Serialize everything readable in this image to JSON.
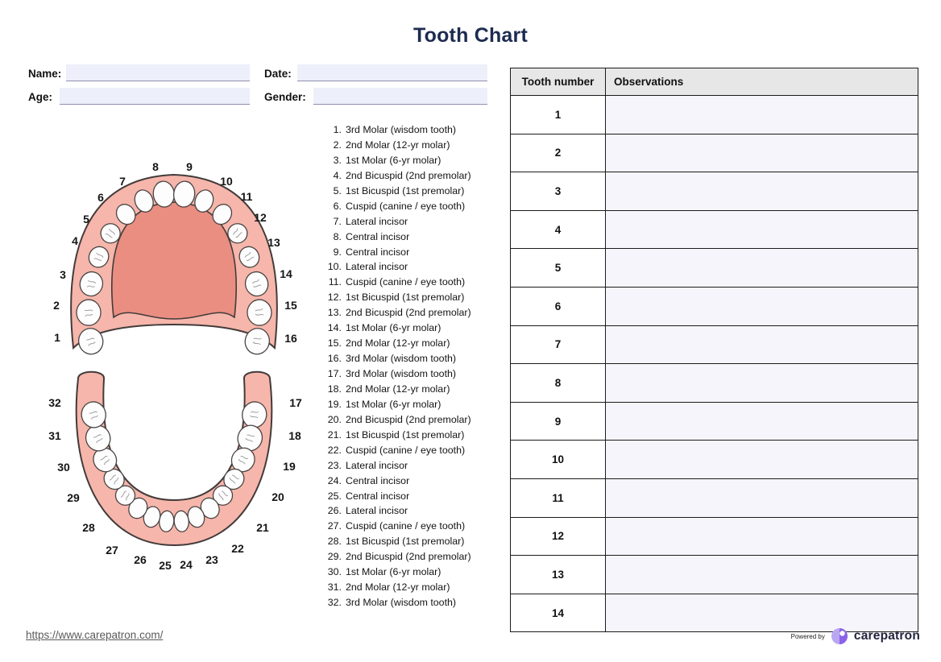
{
  "title": "Tooth Chart",
  "form": {
    "name_label": "Name:",
    "date_label": "Date:",
    "age_label": "Age:",
    "gender_label": "Gender:",
    "name_value": "",
    "date_value": "",
    "age_value": "",
    "gender_value": ""
  },
  "diagram": {
    "upper_tooth_numbers": [
      "1",
      "2",
      "3",
      "4",
      "5",
      "6",
      "7",
      "8",
      "9",
      "10",
      "11",
      "12",
      "13",
      "14",
      "15",
      "16"
    ],
    "lower_tooth_numbers": [
      "17",
      "18",
      "19",
      "20",
      "21",
      "22",
      "23",
      "24",
      "25",
      "26",
      "27",
      "28",
      "29",
      "30",
      "31",
      "32"
    ]
  },
  "tooth_list": [
    {
      "num": "1.",
      "name": "3rd Molar (wisdom tooth)"
    },
    {
      "num": "2.",
      "name": "2nd Molar (12-yr molar)"
    },
    {
      "num": "3.",
      "name": "1st Molar (6-yr molar)"
    },
    {
      "num": "4.",
      "name": "2nd Bicuspid (2nd premolar)"
    },
    {
      "num": "5.",
      "name": "1st Bicuspid (1st premolar)"
    },
    {
      "num": "6.",
      "name": "Cuspid (canine / eye tooth)"
    },
    {
      "num": "7.",
      "name": "Lateral incisor"
    },
    {
      "num": "8.",
      "name": "Central incisor"
    },
    {
      "num": "9.",
      "name": "Central incisor"
    },
    {
      "num": "10.",
      "name": "Lateral incisor"
    },
    {
      "num": "11.",
      "name": "Cuspid (canine / eye tooth)"
    },
    {
      "num": "12.",
      "name": "1st Bicuspid (1st premolar)"
    },
    {
      "num": "13.",
      "name": "2nd Bicuspid (2nd premolar)"
    },
    {
      "num": "14.",
      "name": "1st Molar (6-yr molar)"
    },
    {
      "num": "15.",
      "name": "2nd Molar (12-yr molar)"
    },
    {
      "num": "16.",
      "name": "3rd Molar (wisdom tooth)"
    },
    {
      "num": "17.",
      "name": "3rd Molar (wisdom tooth)"
    },
    {
      "num": "18.",
      "name": "2nd Molar (12-yr molar)"
    },
    {
      "num": "19.",
      "name": "1st Molar (6-yr molar)"
    },
    {
      "num": "20.",
      "name": "2nd Bicuspid (2nd premolar)"
    },
    {
      "num": "21.",
      "name": "1st Bicuspid (1st premolar)"
    },
    {
      "num": "22.",
      "name": "Cuspid (canine / eye tooth)"
    },
    {
      "num": "23.",
      "name": "Lateral incisor"
    },
    {
      "num": "24.",
      "name": "Central incisor"
    },
    {
      "num": "25.",
      "name": "Central incisor"
    },
    {
      "num": "26.",
      "name": "Lateral incisor"
    },
    {
      "num": "27.",
      "name": "Cuspid (canine / eye tooth)"
    },
    {
      "num": "28.",
      "name": "1st Bicuspid (1st premolar)"
    },
    {
      "num": "29.",
      "name": "2nd Bicuspid (2nd premolar)"
    },
    {
      "num": "30.",
      "name": "1st Molar (6-yr molar)"
    },
    {
      "num": "31.",
      "name": "2nd Molar (12-yr molar)"
    },
    {
      "num": "32.",
      "name": "3rd Molar (wisdom tooth)"
    }
  ],
  "table": {
    "headers": [
      "Tooth number",
      "Observations"
    ],
    "rows": [
      "1",
      "2",
      "3",
      "4",
      "5",
      "6",
      "7",
      "8",
      "9",
      "10",
      "11",
      "12",
      "13",
      "14"
    ]
  },
  "footer": {
    "url": "https://www.carepatron.com/",
    "powered_by": "Powered by",
    "brand": "carepatron"
  },
  "colors": {
    "title_navy": "#1d2b50",
    "gum_pink": "#f6b6ab",
    "palate_pink": "#e98e81",
    "field_lavender": "#edeffa",
    "row_lavender": "#f5f5fb",
    "header_gray": "#e7e7e7",
    "brand_purple": "#8a63e9"
  }
}
